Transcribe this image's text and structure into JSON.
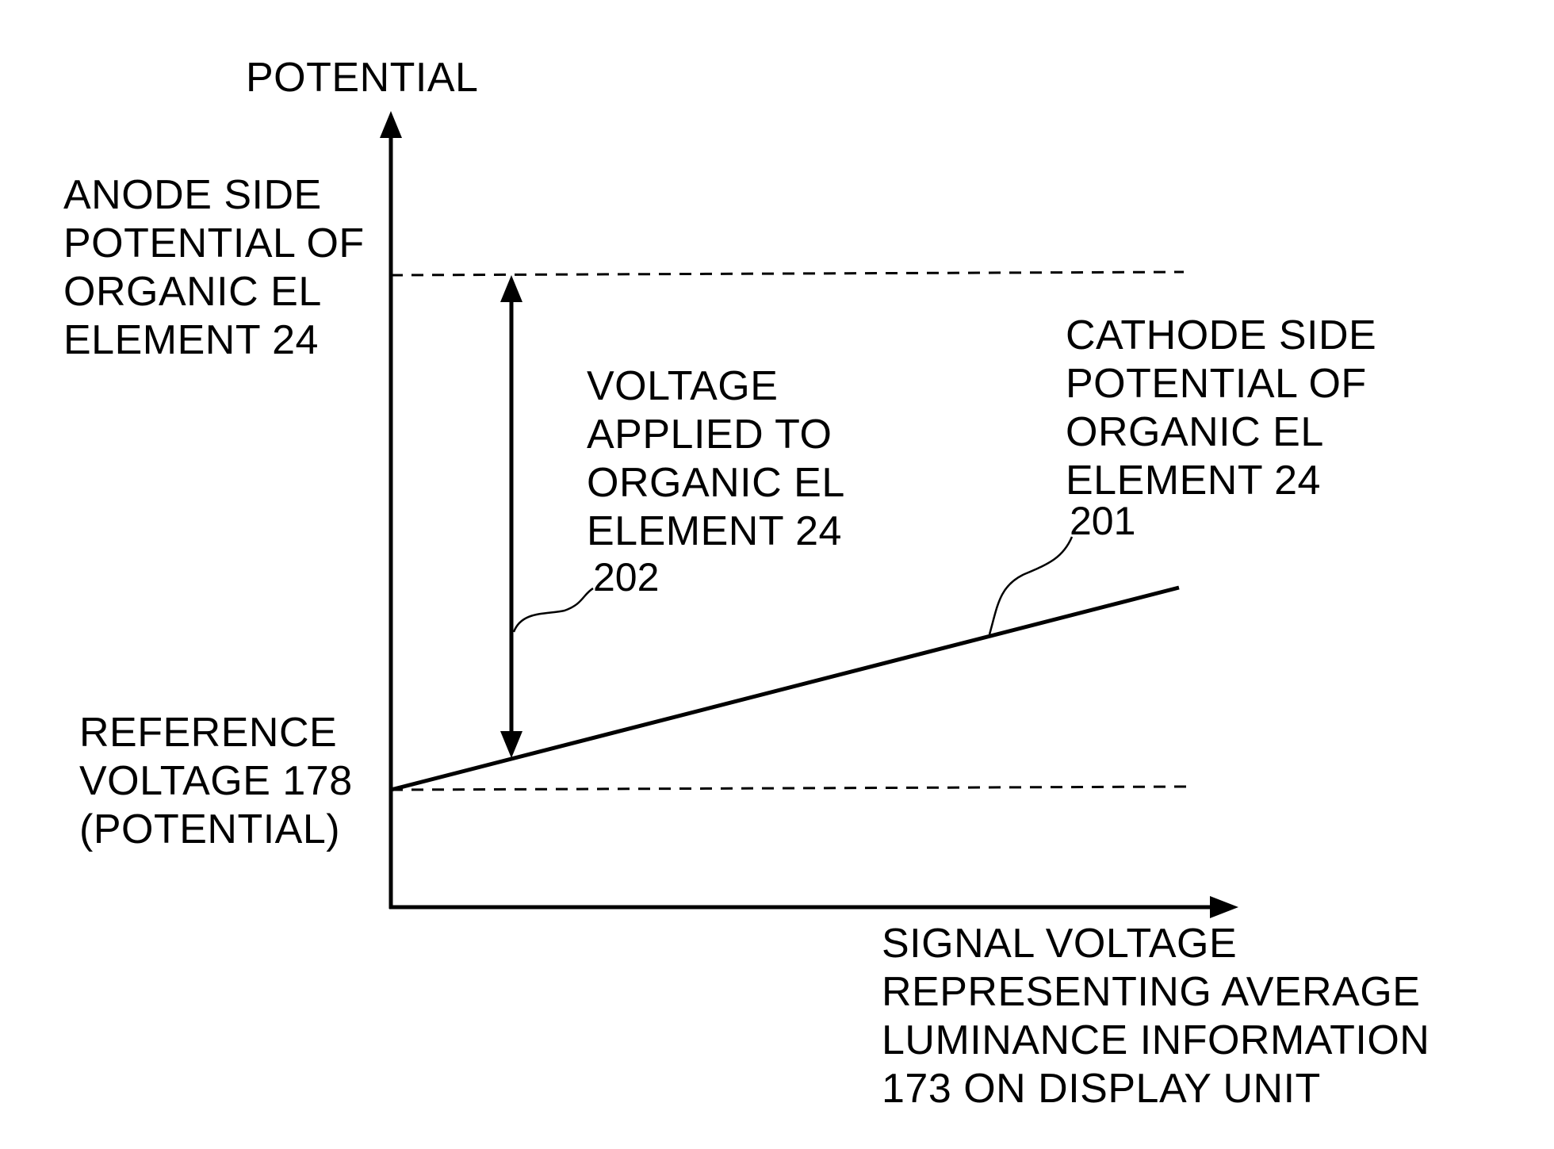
{
  "y_axis_label": "POTENTIAL",
  "anode_label": [
    "ANODE SIDE",
    "POTENTIAL OF",
    "ORGANIC EL",
    "ELEMENT 24"
  ],
  "reference_label": [
    "REFERENCE",
    "VOLTAGE 178",
    "(POTENTIAL)"
  ],
  "applied_voltage_label": [
    "VOLTAGE",
    "APPLIED TO",
    "ORGANIC EL",
    "ELEMENT 24"
  ],
  "applied_voltage_ref": "202",
  "cathode_label": [
    "CATHODE SIDE",
    "POTENTIAL OF",
    "ORGANIC EL",
    "ELEMENT 24"
  ],
  "cathode_ref": "201",
  "x_axis_label": [
    "SIGNAL VOLTAGE",
    "REPRESENTING AVERAGE",
    "LUMINANCE INFORMATION",
    "173 ON DISPLAY UNIT"
  ],
  "colors": {
    "ink": "#000000",
    "background": "#ffffff"
  }
}
